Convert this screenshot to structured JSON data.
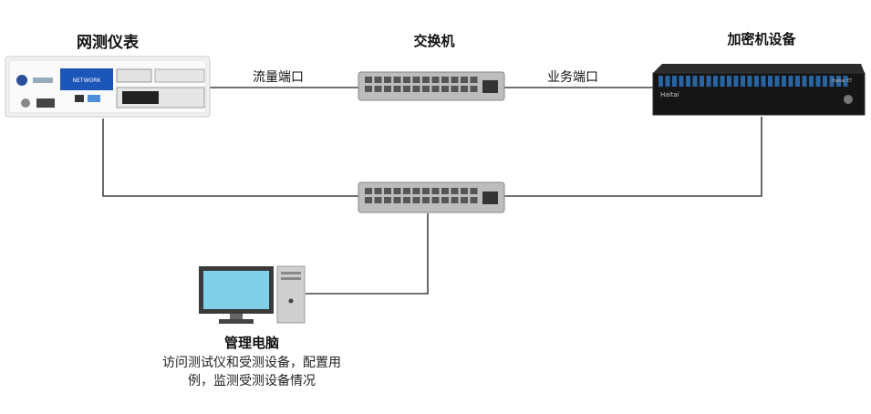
{
  "devices": {
    "tester": {
      "title": "网测仪表",
      "panel_text": "NETWORK",
      "icon": "network-tester-appliance-icon"
    },
    "switch": {
      "title": "交换机",
      "icon": "network-switch-icon"
    },
    "encryptor": {
      "title": "加密机设备",
      "brand": "Haitai",
      "model": "Haitai ET",
      "icon": "rack-server-icon"
    },
    "pc": {
      "title": "管理电脑",
      "desc_line1": "访问测试仪和受测设备，配置用",
      "desc_line2": "例，监测受测设备情况",
      "icon": "desktop-computer-icon"
    }
  },
  "links": {
    "traffic_port": "流量端口",
    "service_port": "业务端口"
  },
  "colors": {
    "line": "#444444",
    "switch_body": "#b9b9b9",
    "monitor_screen": "#7fd0e8",
    "encryptor_body": "#151515",
    "accent_blue": "#2d7fd0"
  }
}
